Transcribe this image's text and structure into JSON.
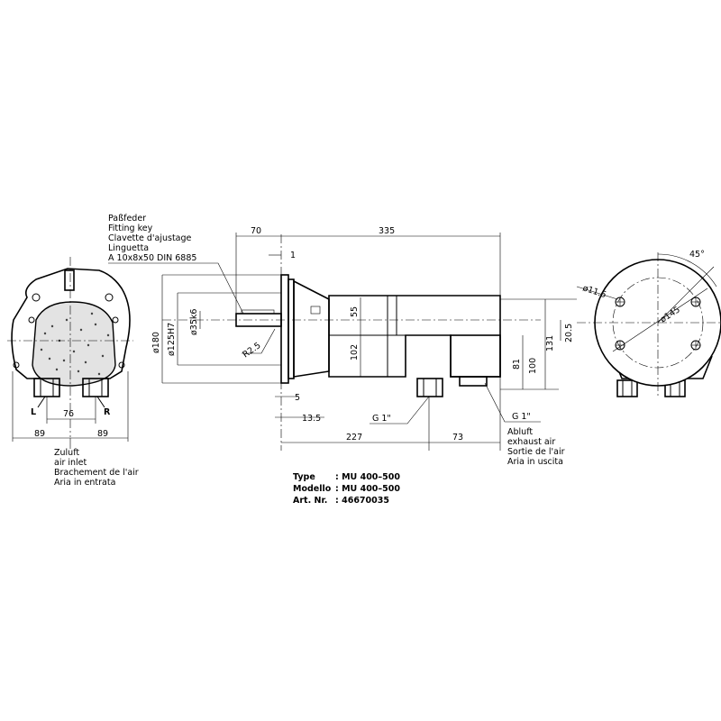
{
  "dimensions": {
    "d70": "70",
    "d335": "335",
    "d1": "1",
    "d55": "55",
    "d102": "102",
    "d180": "ø180",
    "d125": "ø125H7",
    "d35": "ø35k6",
    "r25": "R2.5",
    "d5": "5",
    "d135": "13.5",
    "d81": "81",
    "d100": "100",
    "d131": "131",
    "d205": "20.5",
    "d227": "227",
    "d73": "73",
    "d76": "76",
    "d89a": "89",
    "d89b": "89",
    "d115": "ø11.5",
    "d145": "ø145",
    "a45": "45°"
  },
  "ports": {
    "left": "L",
    "right": "R",
    "g_inlet": "G 1\"",
    "g_exhaust": "G 1\""
  },
  "key_note": [
    "Paßfeder",
    "Fitting key",
    "Clavette d'ajustage",
    "Linguetta",
    "A 10x8x50 DIN 6885"
  ],
  "inlet_note": [
    "Zuluft",
    "air inlet",
    "Brachement de l'air",
    "Aria in entrata"
  ],
  "exhaust_note": [
    "Abluft",
    "exhaust air",
    "Sortie de l'air",
    "Aria in uscita"
  ],
  "title_block": {
    "type_label": "Type",
    "type_value": ": MU 400–500",
    "model_label": "Modello",
    "model_value": ": MU 400–500",
    "art_label": "Art. Nr.",
    "art_value": ":   46670035"
  }
}
